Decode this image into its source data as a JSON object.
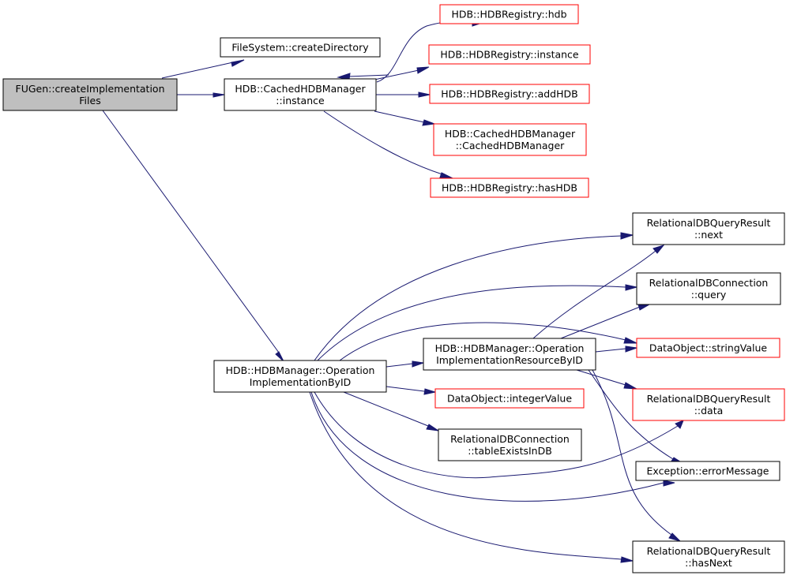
{
  "diagram": {
    "nodes": {
      "root": {
        "lines": [
          "FUGen::createImplementation",
          "Files"
        ],
        "style": "root"
      },
      "fs_createDirectory": {
        "lines": [
          "FileSystem::createDirectory"
        ],
        "style": "normal"
      },
      "cached_instance": {
        "lines": [
          "HDB::CachedHDBManager",
          "::instance"
        ],
        "style": "normal"
      },
      "reg_hdb": {
        "lines": [
          "HDB::HDBRegistry::hdb"
        ],
        "style": "red"
      },
      "reg_instance": {
        "lines": [
          "HDB::HDBRegistry::instance"
        ],
        "style": "red"
      },
      "reg_addHDB": {
        "lines": [
          "HDB::HDBRegistry::addHDB"
        ],
        "style": "red"
      },
      "cached_ctor": {
        "lines": [
          "HDB::CachedHDBManager",
          "::CachedHDBManager"
        ],
        "style": "red"
      },
      "reg_hasHDB": {
        "lines": [
          "HDB::HDBRegistry::hasHDB"
        ],
        "style": "red"
      },
      "op_impl_by_id": {
        "lines": [
          "HDB::HDBManager::Operation",
          "ImplementationByID"
        ],
        "style": "normal"
      },
      "op_impl_res_by_id": {
        "lines": [
          "HDB::HDBManager::Operation",
          "ImplementationResourceByID"
        ],
        "style": "normal"
      },
      "result_next": {
        "lines": [
          "RelationalDBQueryResult",
          "::next"
        ],
        "style": "normal"
      },
      "conn_query": {
        "lines": [
          "RelationalDBConnection",
          "::query"
        ],
        "style": "normal"
      },
      "data_stringValue": {
        "lines": [
          "DataObject::stringValue"
        ],
        "style": "red"
      },
      "data_integerValue": {
        "lines": [
          "DataObject::integerValue"
        ],
        "style": "red"
      },
      "result_data": {
        "lines": [
          "RelationalDBQueryResult",
          "::data"
        ],
        "style": "red"
      },
      "conn_tableExists": {
        "lines": [
          "RelationalDBConnection",
          "::tableExistsInDB"
        ],
        "style": "normal"
      },
      "exc_errorMessage": {
        "lines": [
          "Exception::errorMessage"
        ],
        "style": "normal"
      },
      "result_hasNext": {
        "lines": [
          "RelationalDBQueryResult",
          "::hasNext"
        ],
        "style": "normal"
      }
    },
    "edges": [
      {
        "from": "root",
        "to": "fs_createDirectory"
      },
      {
        "from": "root",
        "to": "cached_instance"
      },
      {
        "from": "root",
        "to": "op_impl_by_id"
      },
      {
        "from": "cached_instance",
        "to": "reg_hdb"
      },
      {
        "from": "cached_instance",
        "to": "reg_instance"
      },
      {
        "from": "cached_instance",
        "to": "reg_addHDB"
      },
      {
        "from": "cached_instance",
        "to": "cached_ctor"
      },
      {
        "from": "cached_instance",
        "to": "reg_hasHDB"
      },
      {
        "from": "reg_hdb",
        "to": "cached_instance"
      },
      {
        "from": "op_impl_by_id",
        "to": "result_next"
      },
      {
        "from": "op_impl_by_id",
        "to": "conn_query"
      },
      {
        "from": "op_impl_by_id",
        "to": "data_stringValue"
      },
      {
        "from": "op_impl_by_id",
        "to": "op_impl_res_by_id"
      },
      {
        "from": "op_impl_by_id",
        "to": "data_integerValue"
      },
      {
        "from": "op_impl_by_id",
        "to": "conn_tableExists"
      },
      {
        "from": "op_impl_by_id",
        "to": "result_data"
      },
      {
        "from": "op_impl_by_id",
        "to": "exc_errorMessage"
      },
      {
        "from": "op_impl_by_id",
        "to": "result_hasNext"
      },
      {
        "from": "op_impl_res_by_id",
        "to": "result_next"
      },
      {
        "from": "op_impl_res_by_id",
        "to": "conn_query"
      },
      {
        "from": "op_impl_res_by_id",
        "to": "data_stringValue"
      },
      {
        "from": "op_impl_res_by_id",
        "to": "result_data"
      },
      {
        "from": "op_impl_res_by_id",
        "to": "exc_errorMessage"
      },
      {
        "from": "op_impl_res_by_id",
        "to": "result_hasNext"
      }
    ],
    "colors": {
      "edge": "#191970",
      "node_border": "#000000",
      "red_border": "#ff0000",
      "root_fill": "#bfbfbf",
      "node_fill": "#ffffff",
      "text": "#000000"
    }
  }
}
